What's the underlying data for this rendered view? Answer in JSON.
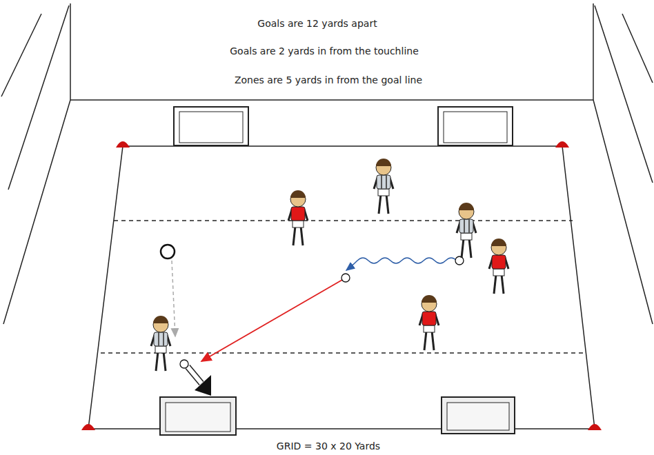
{
  "diagram": {
    "labels": [
      "Goals are 12 yards apart",
      "Goals are 2 yards in from the touchline",
      "Zones are 5 yards in from the goal line",
      "GRID = 30 x 20 Yards"
    ]
  }
}
